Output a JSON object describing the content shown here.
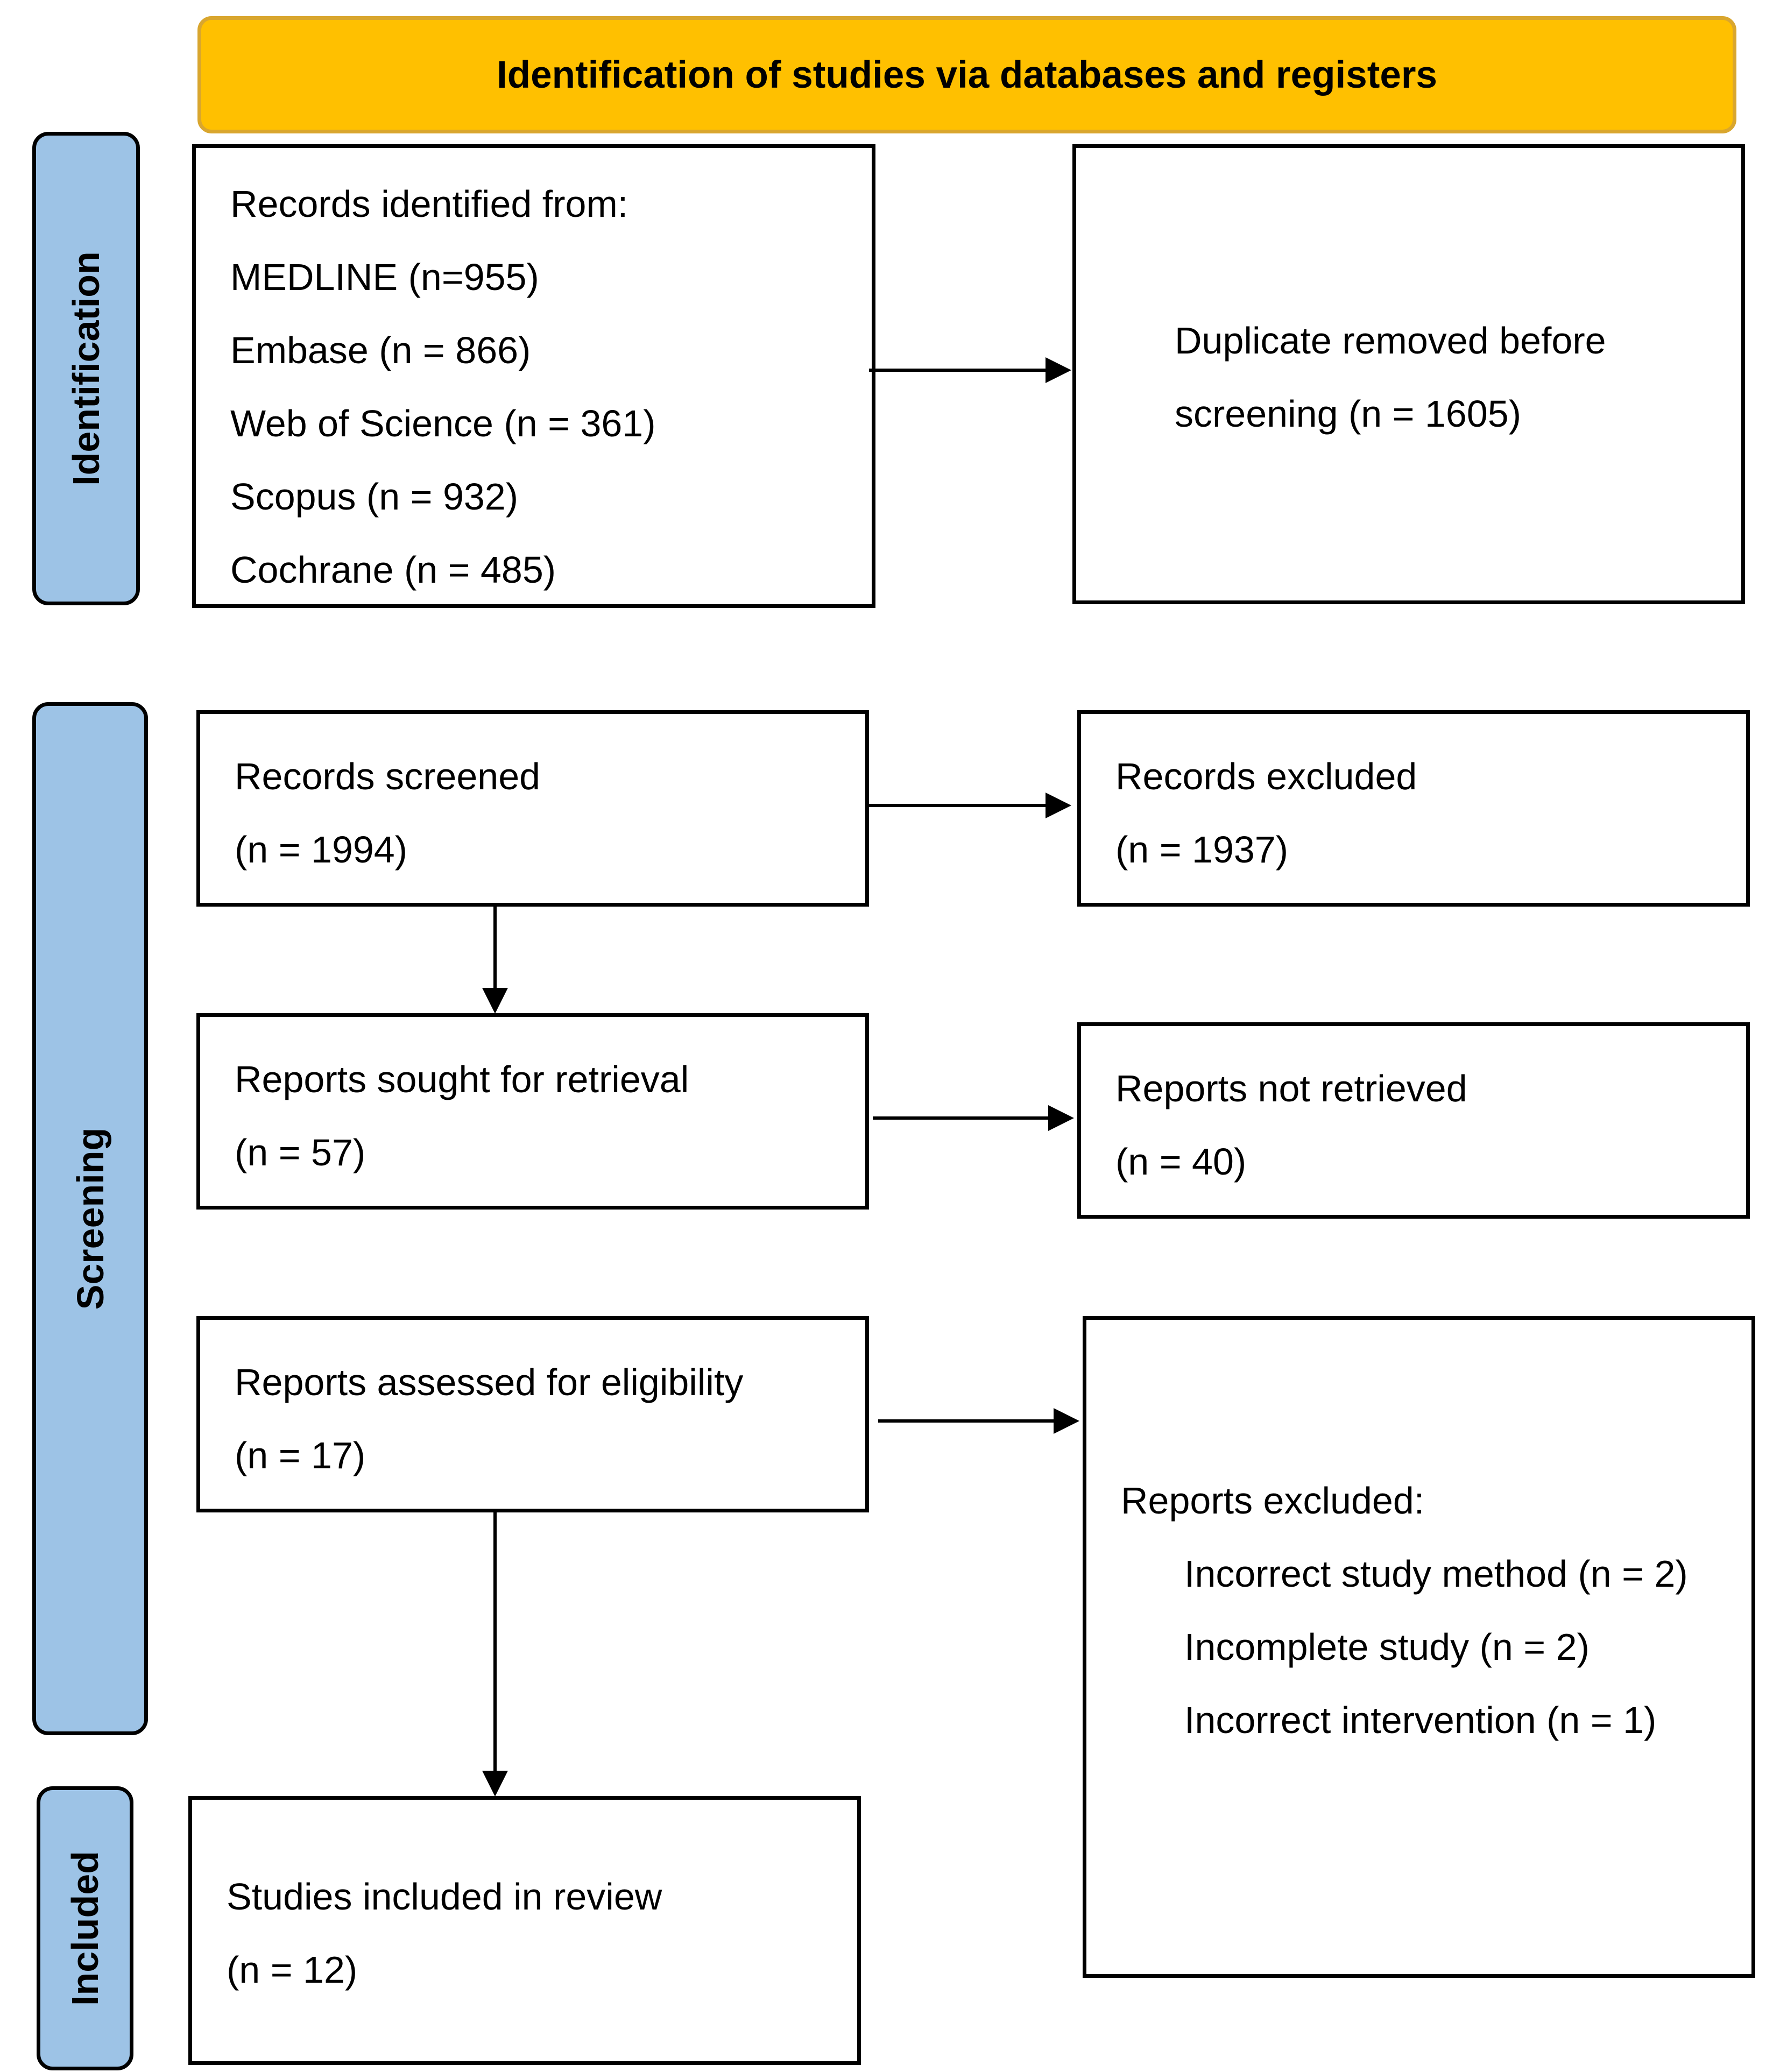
{
  "header": {
    "title": "Identification of studies via databases and registers"
  },
  "phases": {
    "identification": "Identification",
    "screening": "Screening",
    "included": "Included"
  },
  "identified": {
    "heading": "Records identified from:",
    "sources": [
      "MEDLINE (n=955)",
      "Embase (n = 866)",
      "Web of Science (n = 361)",
      "Scopus (n = 932)",
      "Cochrane (n = 485)"
    ]
  },
  "duplicates": {
    "words": [
      "Duplicate",
      "removed",
      "before"
    ],
    "line2": "screening (n = 1605)"
  },
  "screened": {
    "label": "Records screened",
    "count": "(n = 1994)"
  },
  "excluded_records": {
    "label": "Records excluded",
    "count": "(n = 1937)"
  },
  "sought": {
    "label": "Reports sought for retrieval",
    "count": "(n = 57)"
  },
  "not_retrieved": {
    "label": "Reports not retrieved",
    "count": "(n = 40)"
  },
  "assessed": {
    "label": "Reports assessed for eligibility",
    "count": "(n = 17)"
  },
  "reports_excluded": {
    "heading": "Reports excluded:",
    "reasons": [
      "Incorrect study method (n = 2)",
      "Incomplete study (n = 2)",
      "Incorrect intervention (n = 1)"
    ]
  },
  "included": {
    "label": "Studies included in review",
    "count": "(n = 12)"
  },
  "colors": {
    "banner": "#FFC000",
    "phase": "#9DC3E6",
    "border": "#000000"
  }
}
